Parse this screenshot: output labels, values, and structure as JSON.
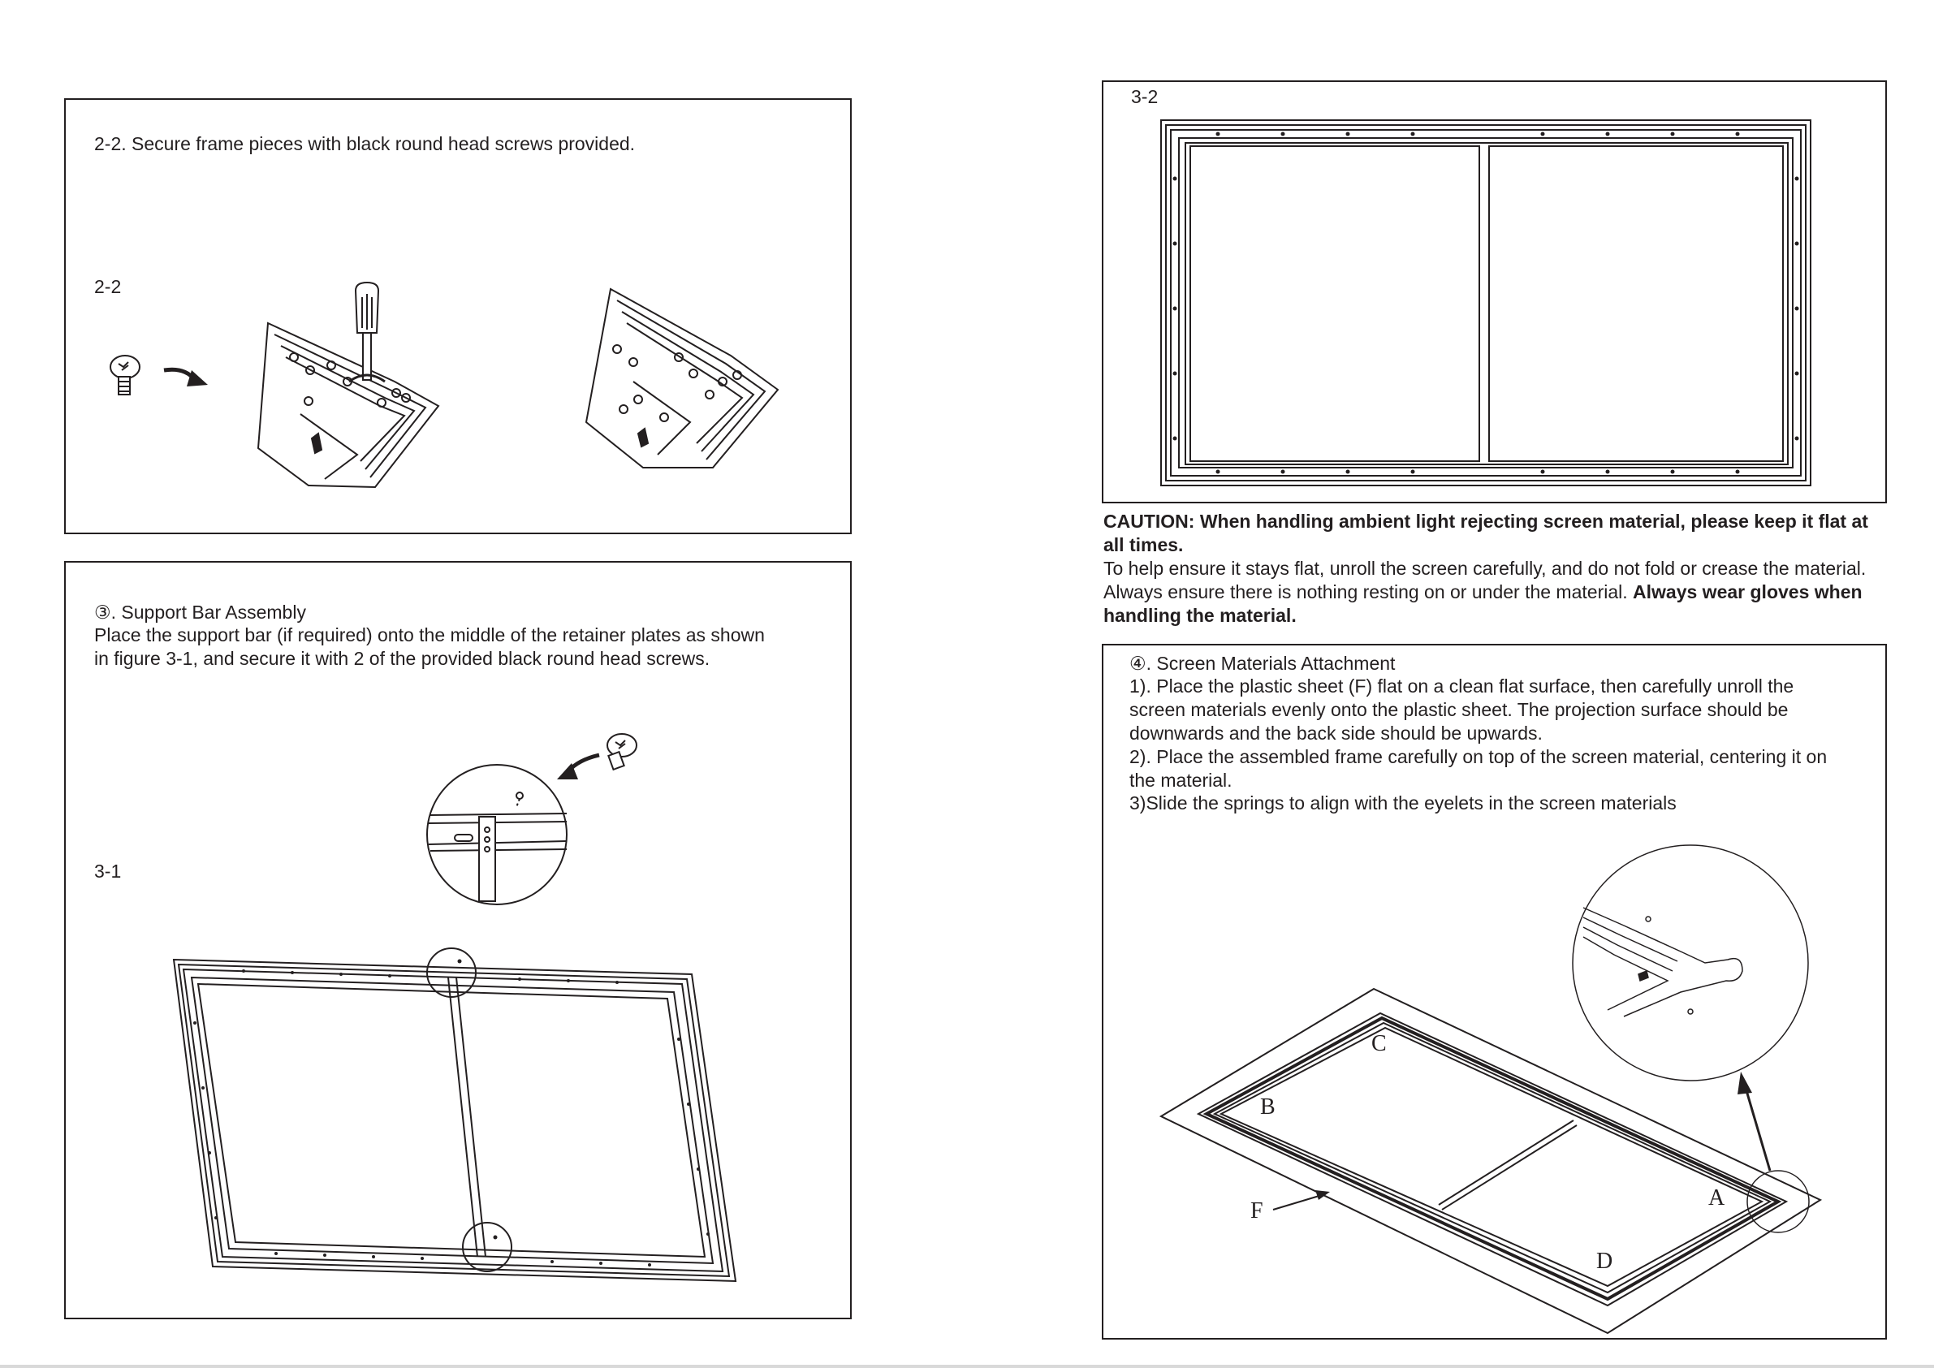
{
  "panel_2_2": {
    "instruction": "2-2. Secure frame pieces with black round head screws provided.",
    "figure_label": "2-2"
  },
  "panel_3": {
    "heading": "③. Support Bar Assembly",
    "line1": "Place the support bar (if required) onto the middle of the retainer plates as shown",
    "line2": "in figure 3-1, and secure it with 2 of the provided black round head screws.",
    "figure_label": "3-1"
  },
  "panel_3_2": {
    "figure_label": "3-2"
  },
  "caution": {
    "bold_line": "CAUTION: When handling ambient light rejecting screen material, please keep it flat at all times.",
    "body": "To help ensure it stays  flat, unroll the screen carefully, and do not fold or crease the material. Always ensure there is nothing resting on or under the material.",
    "bold_tail": "Always wear gloves when handling the material."
  },
  "panel_4": {
    "heading": "④. Screen Materials Attachment",
    "step1": "1). Place the plastic sheet (F) flat on a clean flat surface, then carefully unroll the screen materials evenly onto the plastic sheet. The projection surface should be downwards and the back side should be upwards.",
    "step2": "2). Place the assembled frame carefully on top of the screen material, centering it on the material.",
    "step3": "3)Slide the springs to align with the eyelets in the screen materials",
    "corner_a": "A",
    "corner_b": "B",
    "corner_c": "C",
    "corner_d": "D",
    "sheet_label": "F"
  },
  "icons": [
    "screw-icon",
    "screwdriver-icon",
    "curved-arrow-icon"
  ]
}
